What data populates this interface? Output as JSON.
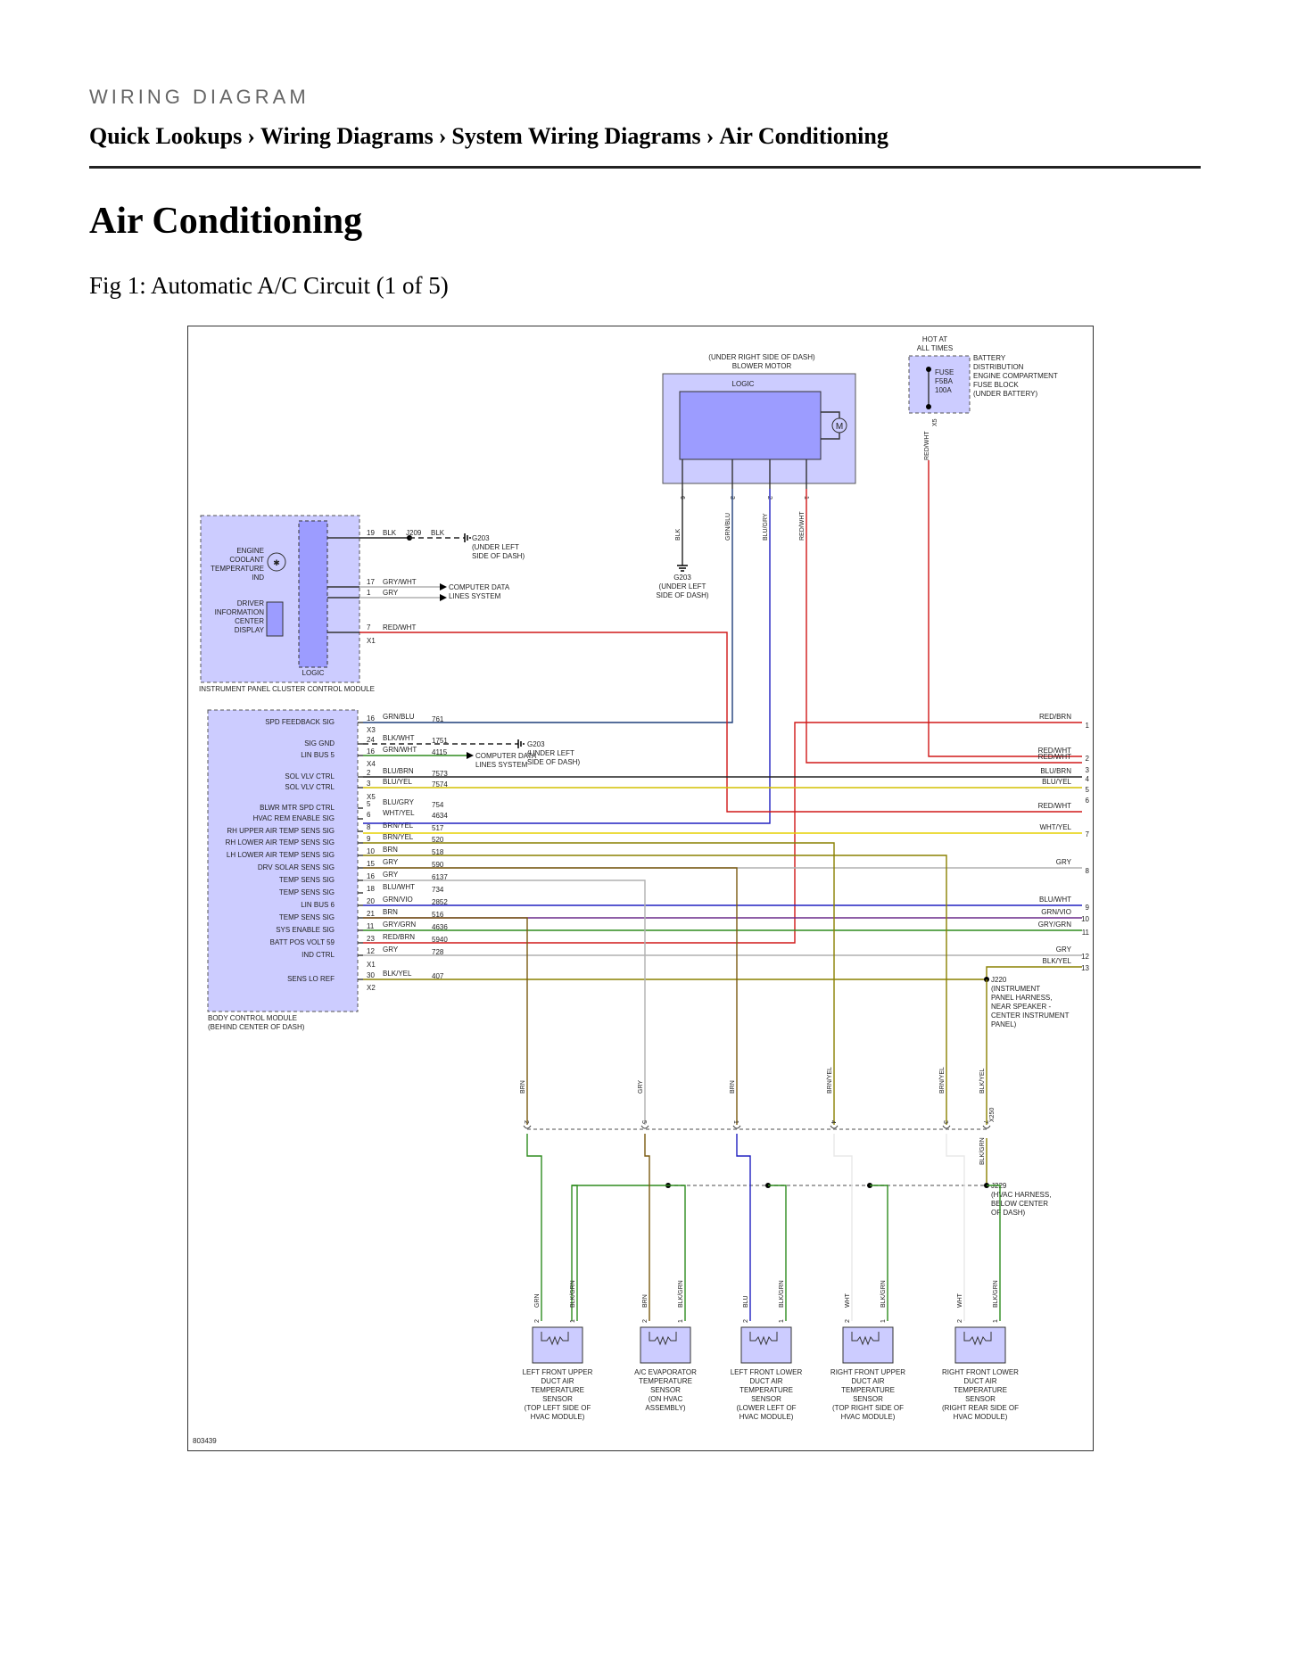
{
  "header": {
    "kicker": "WIRING DIAGRAM",
    "breadcrumb": [
      "Quick Lookups",
      "Wiring Diagrams",
      "System Wiring Diagrams",
      "Air Conditioning"
    ],
    "separator": "›"
  },
  "page_title": "Air Conditioning",
  "figure_caption": "Fig 1: Automatic A/C Circuit (1 of 5)",
  "diagram": {
    "figure_id": "803439",
    "blower_motor": {
      "location": "(UNDER RIGHT SIDE OF DASH)",
      "name": "BLOWER MOTOR",
      "logic": "LOGIC",
      "motor_symbol": "M",
      "pins": [
        {
          "pin": "6",
          "color": "BLK"
        },
        {
          "pin": "3",
          "color": "GRN/BLU"
        },
        {
          "pin": "2",
          "color": "BLU/GRY"
        },
        {
          "pin": "1",
          "color": "RED/WHT"
        }
      ]
    },
    "fuse_block": {
      "hot": [
        "HOT AT",
        "ALL TIMES"
      ],
      "fuse": [
        "FUSE",
        "F5BA",
        "100A"
      ],
      "connector": "X5",
      "wire": "RED/WHT",
      "desc": [
        "BATTERY",
        "DISTRIBUTION",
        "ENGINE COMPARTMENT",
        "FUSE BLOCK",
        "(UNDER BATTERY)"
      ]
    },
    "g203_blower": [
      "G203",
      "(UNDER LEFT",
      "SIDE OF DASH)"
    ],
    "ipc": {
      "name": "INSTRUMENT PANEL CLUSTER CONTROL MODULE",
      "logic": "LOGIC",
      "coolant_ind": [
        "ENGINE",
        "COOLANT",
        "TEMPERATURE",
        "IND"
      ],
      "dic": [
        "DRIVER",
        "INFORMATION",
        "CENTER",
        "DISPLAY"
      ],
      "connector": "X1",
      "splice": "J209",
      "pins": [
        {
          "pin": "19",
          "color": "BLK"
        },
        {
          "pin": "17",
          "color": "GRY/WHT"
        },
        {
          "pin": "1",
          "color": "GRY"
        },
        {
          "pin": "7",
          "color": "RED/WHT"
        }
      ],
      "g203": [
        "G203",
        "(UNDER LEFT",
        "SIDE OF DASH)"
      ],
      "data_lines": [
        "COMPUTER DATA",
        "LINES SYSTEM"
      ]
    },
    "bcm": {
      "name": [
        "BODY CONTROL MODULE",
        "(BEHIND CENTER OF DASH)"
      ],
      "connectors": [
        "X3",
        "X4",
        "X5",
        "X1",
        "X2"
      ],
      "g203": [
        "G203",
        "(UNDER LEFT",
        "SIDE OF DASH)"
      ],
      "data_lines": [
        "COMPUTER DATA",
        "LINES SYSTEM"
      ],
      "pins": [
        {
          "label": "SPD FEEDBACK SIG",
          "pin": "16",
          "color": "GRN/BLU",
          "circuit": "761"
        },
        {
          "label": "SIG GND",
          "pin": "24",
          "color": "BLK/WHT",
          "circuit": "1751"
        },
        {
          "label": "LIN BUS 5",
          "pin": "16",
          "color": "GRN/WHT",
          "circuit": "4115"
        },
        {
          "label": "SOL VLV CTRL",
          "pin": "2",
          "color": "BLU/BRN",
          "circuit": "7573"
        },
        {
          "label": "SOL VLV CTRL",
          "pin": "3",
          "color": "BLU/YEL",
          "circuit": "7574"
        },
        {
          "label": "BLWR MTR SPD CTRL",
          "pin": "5",
          "color": "BLU/GRY",
          "circuit": "754"
        },
        {
          "label": "HVAC REM ENABLE SIG",
          "pin": "6",
          "color": "WHT/YEL",
          "circuit": "4634"
        },
        {
          "label": "RH UPPER AIR TEMP SENS SIG",
          "pin": "8",
          "color": "BRN/YEL",
          "circuit": "517"
        },
        {
          "label": "RH LOWER AIR TEMP SENS SIG",
          "pin": "9",
          "color": "BRN/YEL",
          "circuit": "520"
        },
        {
          "label": "LH LOWER AIR TEMP SENS SIG",
          "pin": "10",
          "color": "BRN",
          "circuit": "518"
        },
        {
          "label": "DRV SOLAR SENS SIG",
          "pin": "15",
          "color": "GRY",
          "circuit": "590"
        },
        {
          "label": "TEMP SENS SIG",
          "pin": "16",
          "color": "GRY",
          "circuit": "6137"
        },
        {
          "label": "TEMP SENS SIG",
          "pin": "18",
          "color": "BLU/WHT",
          "circuit": "734"
        },
        {
          "label": "LIN BUS 6",
          "pin": "20",
          "color": "GRN/VIO",
          "circuit": "2852"
        },
        {
          "label": "TEMP SENS SIG",
          "pin": "21",
          "color": "BRN",
          "circuit": "516"
        },
        {
          "label": "SYS ENABLE SIG",
          "pin": "11",
          "color": "GRY/GRN",
          "circuit": "4636"
        },
        {
          "label": "BATT POS VOLT 59",
          "pin": "23",
          "color": "RED/BRN",
          "circuit": "5940"
        },
        {
          "label": "IND CTRL",
          "pin": "12",
          "color": "GRY",
          "circuit": "728"
        },
        {
          "label": "SENS LO REF",
          "pin": "30",
          "color": "BLK/YEL",
          "circuit": "407"
        }
      ]
    },
    "right_outputs": [
      {
        "n": "1",
        "color": "RED/BRN"
      },
      {
        "n": "2",
        "color": "RED/WHT"
      },
      {
        "n": "3",
        "color": "RED/WHT"
      },
      {
        "n": "4",
        "color": "BLU/BRN"
      },
      {
        "n": "5",
        "color": "BLU/YEL"
      },
      {
        "n": "6",
        "color": "RED/WHT"
      },
      {
        "n": "7",
        "color": "WHT/YEL"
      },
      {
        "n": "8",
        "color": "GRY"
      },
      {
        "n": "9",
        "color": "BLU/WHT"
      },
      {
        "n": "10",
        "color": "GRN/VIO"
      },
      {
        "n": "11",
        "color": "GRY/GRN"
      },
      {
        "n": "12",
        "color": "GRY"
      },
      {
        "n": "13",
        "color": "BLK/YEL"
      }
    ],
    "j220": [
      "J220",
      "(INSTRUMENT",
      "PANEL HARNESS,",
      "NEAR SPEAKER -",
      "CENTER INSTRUMENT",
      "PANEL)"
    ],
    "j229": [
      "J229",
      "(HVAC HARNESS,",
      "BELOW CENTER",
      "OF DASH)"
    ],
    "hvac_connector": {
      "name": "X250",
      "pins": [
        {
          "pin": "2",
          "color": "BRN"
        },
        {
          "pin": "5",
          "color": "GRY"
        },
        {
          "pin": "1",
          "color": "BRN"
        },
        {
          "pin": "4",
          "color": "BRN/YEL"
        },
        {
          "pin": "3",
          "color": "BRN/YEL"
        },
        {
          "pin": "7",
          "color": "BLK/YEL"
        }
      ]
    },
    "j229_feed": "BLK/GRN",
    "sensors": [
      {
        "lines": [
          "LEFT FRONT UPPER",
          "DUCT AIR",
          "TEMPERATURE",
          "SENSOR",
          "(TOP LEFT SIDE OF",
          "HVAC MODULE)"
        ],
        "sig_color": "GRN",
        "ref_color": "BLK/GRN",
        "pin_sig": "2",
        "pin_ref": "1"
      },
      {
        "lines": [
          "A/C EVAPORATOR",
          "TEMPERATURE",
          "SENSOR",
          "(ON HVAC",
          "ASSEMBLY)"
        ],
        "sig_color": "BRN",
        "ref_color": "BLK/GRN",
        "pin_sig": "2",
        "pin_ref": "1"
      },
      {
        "lines": [
          "LEFT FRONT LOWER",
          "DUCT AIR",
          "TEMPERATURE",
          "SENSOR",
          "(LOWER LEFT OF",
          "HVAC MODULE)"
        ],
        "sig_color": "BLU",
        "ref_color": "BLK/GRN",
        "pin_sig": "2",
        "pin_ref": "1"
      },
      {
        "lines": [
          "RIGHT FRONT UPPER",
          "DUCT AIR",
          "TEMPERATURE",
          "SENSOR",
          "(TOP RIGHT SIDE OF",
          "HVAC MODULE)"
        ],
        "sig_color": "WHT",
        "ref_color": "BLK/GRN",
        "pin_sig": "2",
        "pin_ref": "1"
      },
      {
        "lines": [
          "RIGHT FRONT LOWER",
          "DUCT AIR",
          "TEMPERATURE",
          "SENSOR",
          "(RIGHT REAR SIDE OF",
          "HVAC MODULE)"
        ],
        "sig_color": "WHT",
        "ref_color": "BLK/GRN",
        "pin_sig": "2",
        "pin_ref": "1"
      }
    ]
  }
}
